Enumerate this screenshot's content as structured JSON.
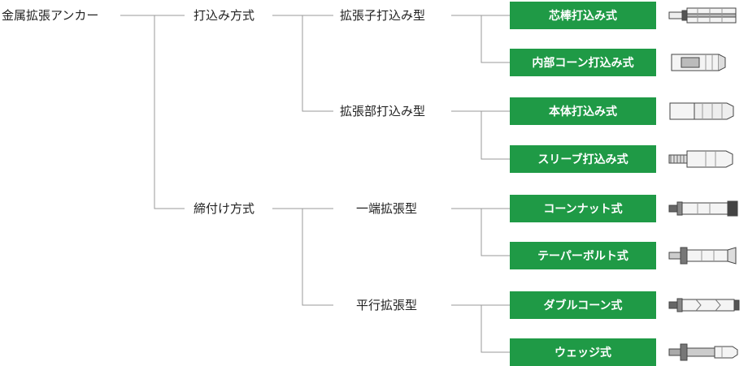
{
  "root": {
    "label": "金属拡張アンカー"
  },
  "level1": [
    {
      "label": "打込み方式"
    },
    {
      "label": "締付け方式"
    }
  ],
  "level2": [
    {
      "label": "拡張子打込み型"
    },
    {
      "label": "拡張部打込み型"
    },
    {
      "label": "一端拡張型"
    },
    {
      "label": "平行拡張型"
    }
  ],
  "leaves": [
    {
      "label": "芯棒打込み式",
      "icon": "pin-driven-anchor-icon"
    },
    {
      "label": "内部コーン打込み式",
      "icon": "internal-cone-anchor-icon"
    },
    {
      "label": "本体打込み式",
      "icon": "body-driven-anchor-icon"
    },
    {
      "label": "スリーブ打込み式",
      "icon": "sleeve-driven-anchor-icon"
    },
    {
      "label": "コーンナット式",
      "icon": "cone-nut-anchor-icon"
    },
    {
      "label": "テーパーボルト式",
      "icon": "taper-bolt-anchor-icon"
    },
    {
      "label": "ダブルコーン式",
      "icon": "double-cone-anchor-icon"
    },
    {
      "label": "ウェッジ式",
      "icon": "wedge-anchor-icon"
    }
  ],
  "colors": {
    "leaf_bg": "#1f9a46",
    "leaf_text": "#ffffff",
    "line": "#999999",
    "text": "#222222"
  }
}
